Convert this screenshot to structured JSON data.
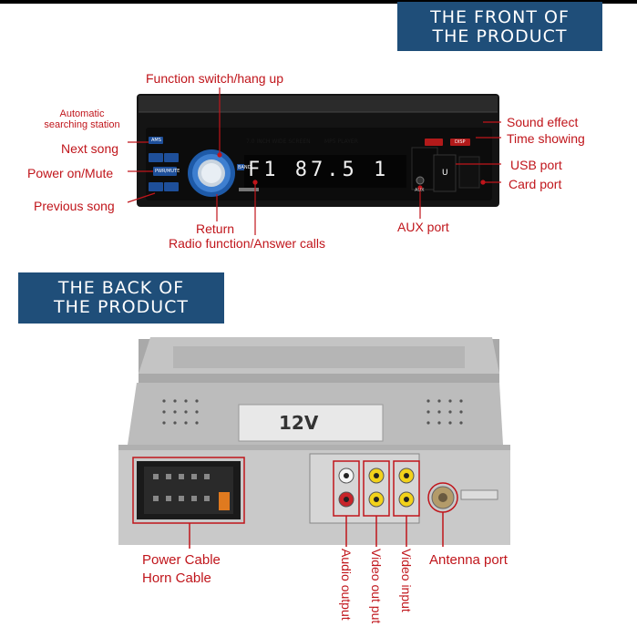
{
  "banners": {
    "front": {
      "line1": "THE FRONT OF",
      "line2": "THE PRODUCT"
    },
    "back": {
      "line1": "THE BACK OF",
      "line2": "THE PRODUCT"
    }
  },
  "front_labels": {
    "function_switch": "Function switch/hang up",
    "auto_search_l1": "Automatic",
    "auto_search_l2": "searching station",
    "next_song": "Next song",
    "power_mute": "Power on/Mute",
    "previous_song": "Previous song",
    "return": "Return",
    "radio_function": "Radio function/Answer calls",
    "aux_port": "AUX port",
    "sound_effect": "Sound effect",
    "time_showing": "Time showing",
    "usb_port": "USB port",
    "card_port": "Card port"
  },
  "device_front": {
    "screen_caption_1": "7.0 INCH WIDE SCREEN",
    "screen_caption_2": "MP5 PLAYER",
    "lcd_text": "F1 87.5 1",
    "btn_ams": "AMS",
    "btn_pwr": "PWR/MUTE",
    "btn_band": "BAND",
    "btn_aux": "AUX",
    "btn_u": "U",
    "btn_disp": "DISP"
  },
  "back_labels": {
    "power_cable": "Power Cable",
    "horn_cable": "Horn Cable",
    "audio_output": "Audio output",
    "video_out_put": "Video out put",
    "video_input": "Video input",
    "antenna_port": "Antenna port"
  },
  "device_back": {
    "voltage": "12V"
  },
  "colors": {
    "banner": "#1f4e79",
    "label_red": "#c0151b",
    "device_body": "#111111",
    "chassis_grey": "#b8b8b8"
  }
}
